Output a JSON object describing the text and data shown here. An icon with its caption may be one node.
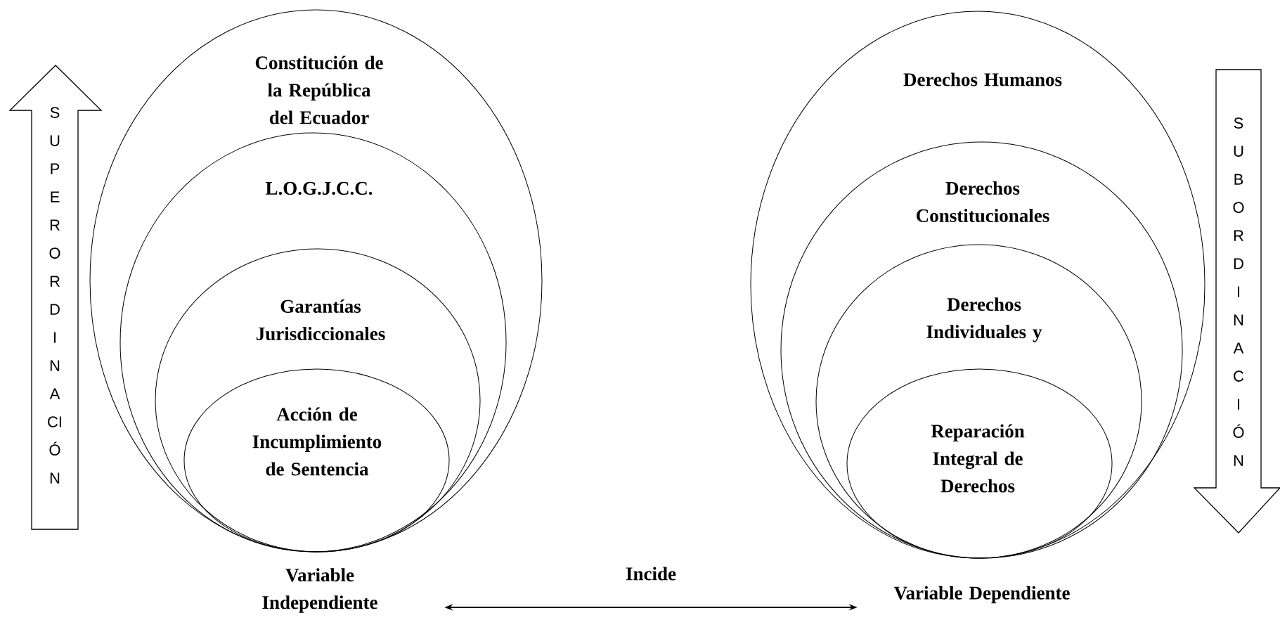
{
  "diagram": {
    "nodes": [
      {
        "text": [
          "Constitución de la República del Ecuador"
        ]
      },
      {
        "text": [
          "L.O.G.J.C.C."
        ],
        "in": 0
      },
      {
        "text": [
          "Garantías Jurisdiccionales"
        ],
        "in": 1
      },
      {
        "text": [
          "Acción de Incumplimiento de Sentencia"
        ],
        "in": 2
      },
      {
        "text": [
          "Derechos Humanos"
        ]
      },
      {
        "text": [
          "Derechos Constitucionales"
        ],
        "in": 4
      },
      {
        "text": [
          "Derechos Individuales y"
        ],
        "in": 5
      },
      {
        "text": [
          "Reparación Integral de Derechos"
        ],
        "in": 6
      },
      {
        "text": [
          "Variable Independiente"
        ]
      },
      {
        "text": [
          "Variable Dependiente"
        ]
      }
    ],
    "edges": [
      {
        "from": 8,
        "to": 9,
        "arrow": "both",
        "label": "Incide"
      }
    ],
    "labels": [
      "S U P E R O R D I N A CI Ó N",
      "S U B O R D I N A C I Ó N"
    ]
  }
}
